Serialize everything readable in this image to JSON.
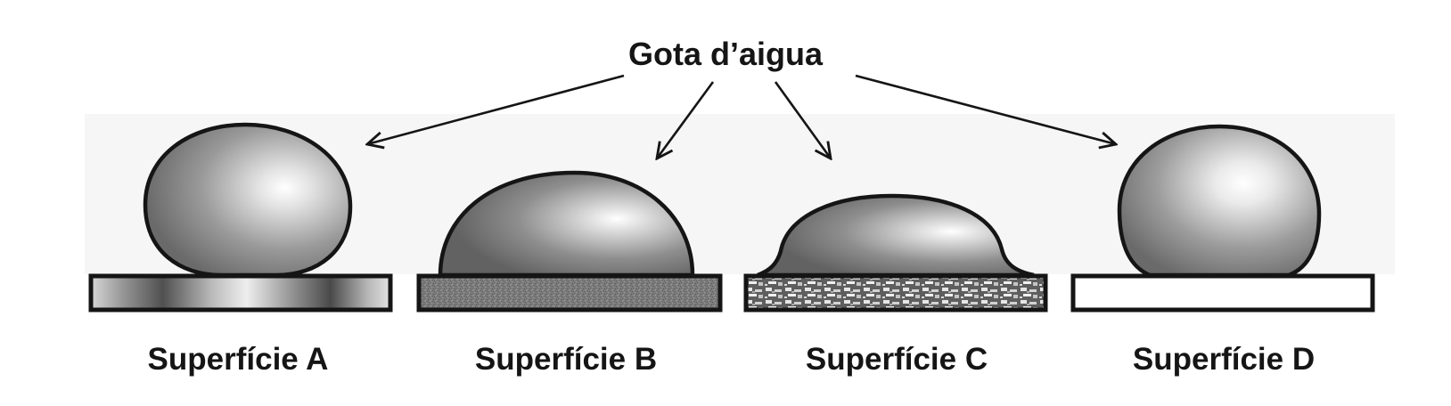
{
  "title": "Gota d’aigua",
  "surfaces": [
    {
      "label": "Superfície A"
    },
    {
      "label": "Superfície B"
    },
    {
      "label": "Superfície C"
    },
    {
      "label": "Superfície D"
    }
  ],
  "colors": {
    "outline": "#151515",
    "drop_dark": "#6e6e6e",
    "drop_light": "#ffffff"
  }
}
